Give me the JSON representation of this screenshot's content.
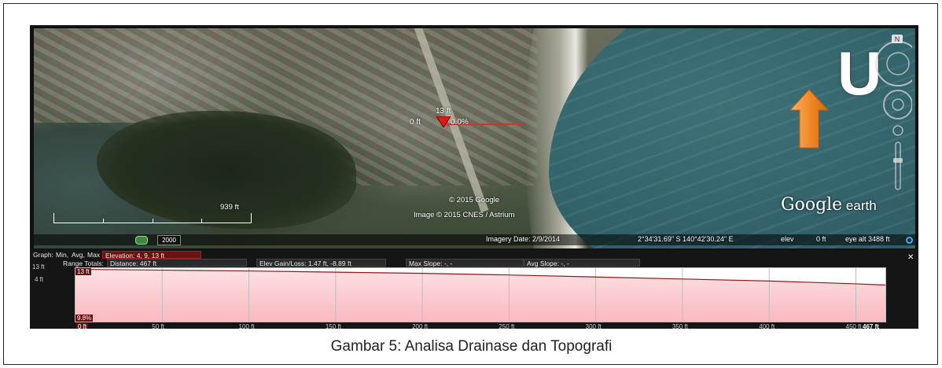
{
  "map": {
    "marker_elevation": "13 ft",
    "marker_distance": "0 ft",
    "marker_grade": "0.0%",
    "scale_label": "939 ft",
    "copyright_google": "© 2015 Google",
    "copyright_cnes": "Image © 2015 CNES / Astrium",
    "logo_main": "Google",
    "logo_small": " earth",
    "north_letter": "U",
    "year": "2000"
  },
  "status_bar": {
    "imagery_date": "Imagery Date: 2/9/2014",
    "coordinates": "2°34'31.69\" S  140°42'30.24\" E",
    "elev_label": "elev",
    "elev_value": "0 ft",
    "eye_alt": "eye alt  3488 ft"
  },
  "profile": {
    "menu_graph": "Graph:",
    "menu_min": "Min,",
    "menu_avg": "Avg,",
    "menu_max": "Max",
    "elevation": "Elevation: 4, 9, 13 ft",
    "range_totals": "Range Totals:",
    "distance": "Distance: 467 ft",
    "elev_gain_loss": "Elev Gain/Loss: 1.47 ft, -8.89 ft",
    "max_slope": "Max Slope: -, -",
    "avg_slope": "Avg Slope: -, -",
    "y_top": "13 ft",
    "y_mid": "4 ft",
    "tag_top": "13 ft",
    "tag_bottom": "9.8%",
    "x_labels": [
      "0 ft",
      "50 ft",
      "100 ft",
      "150 ft",
      "200 ft",
      "250 ft",
      "300 ft",
      "350 ft",
      "400 ft",
      "450 ft",
      "467 ft"
    ]
  },
  "chart_data": {
    "type": "area",
    "x": [
      0,
      50,
      100,
      150,
      200,
      250,
      300,
      350,
      400,
      450,
      467
    ],
    "series": [
      {
        "values": [
          13,
          12.8,
          12.6,
          12.3,
          12,
          11.6,
          11.1,
          10.6,
          10.1,
          9.4,
          9.1
        ]
      }
    ],
    "xlim": [
      0,
      467
    ],
    "ylim": [
      0,
      13.3
    ],
    "grid": true,
    "colors": {
      "fill": "#f9b9bf",
      "line": "#8b1a1a"
    }
  },
  "caption": "Gambar 5: Analisa Drainase dan Topografi"
}
